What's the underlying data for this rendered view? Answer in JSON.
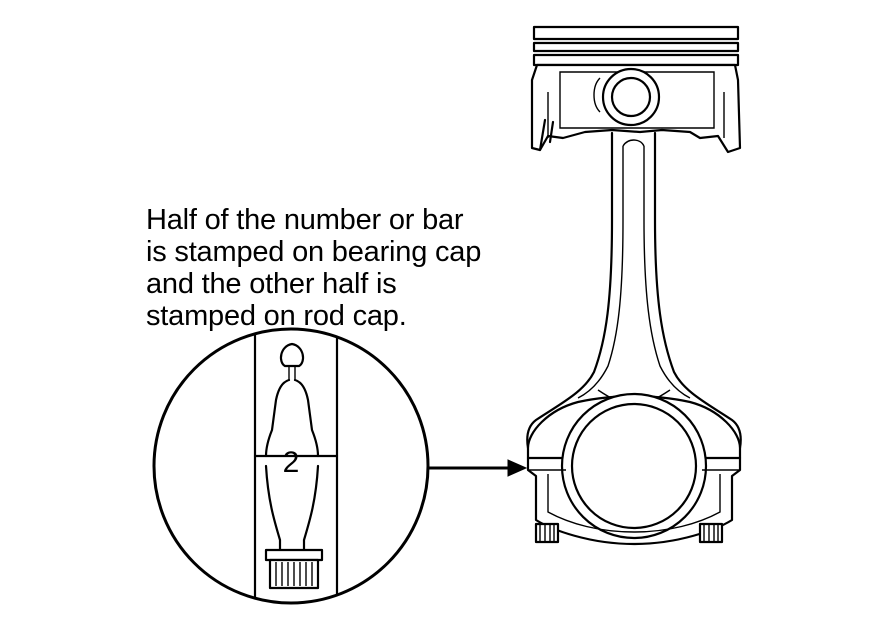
{
  "callout": {
    "lines": [
      "Half of the number or bar",
      "is stamped on bearing cap",
      "and the other half is",
      "stamped on rod cap."
    ]
  },
  "detail_view": {
    "stamp_mark": "2"
  }
}
